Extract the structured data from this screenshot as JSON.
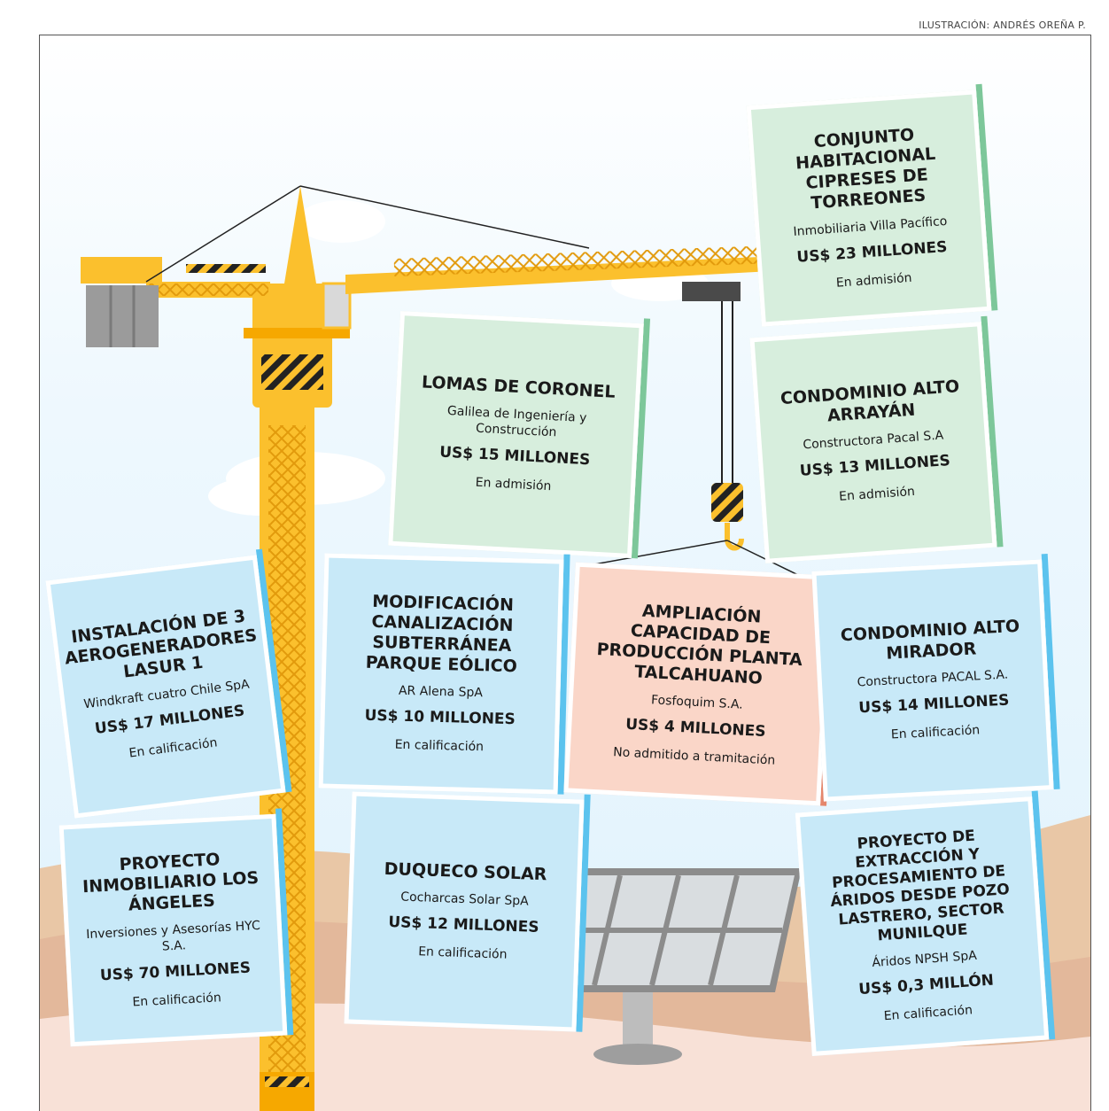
{
  "credit": "ILUSTRACIÓN: ANDRÉS OREÑA P.",
  "colors": {
    "green_card": "#d7eedd",
    "blue_card": "#c8e9f8",
    "salmon_card": "#fad6c8",
    "crane": "#fbc02d"
  },
  "icons": [
    "tower-crane-illustration",
    "solar-panel-icon",
    "crane-hook-icon"
  ],
  "projects": [
    {
      "title": "Conjunto habitacional Cipreses de Torreones",
      "company": "Inmobiliaria Villa Pacífico",
      "amount": "US$ 23 MILLONES",
      "status": "En admisión"
    },
    {
      "title": "Lomas de Coronel",
      "company": "Galilea de Ingeniería y Construcción",
      "amount": "US$ 15 MILLONES",
      "status": "En admisión"
    },
    {
      "title": "Condominio Alto Arrayán",
      "company": "Constructora Pacal S.A",
      "amount": "US$ 13 MILLONES",
      "status": "En admisión"
    },
    {
      "title": "Instalación de 3 aerogeneradores Lasur 1",
      "company": "Windkraft cuatro Chile SpA",
      "amount": "US$ 17 MILLONES",
      "status": "En calificación"
    },
    {
      "title": "Modificación canalización subterránea parque eólico",
      "company": "AR Alena SpA",
      "amount": "US$ 10 MILLONES",
      "status": "En calificación"
    },
    {
      "title": "Ampliación capacidad de producción planta Talcahuano",
      "company": "Fosfoquim S.A.",
      "amount": "US$ 4 MILLONES",
      "status": "No admitido a tramitación"
    },
    {
      "title": "Condominio Alto Mirador",
      "company": "Constructora PACAL S.A.",
      "amount": "US$ 14 MILLONES",
      "status": "En calificación"
    },
    {
      "title": "Proyecto inmobiliario Los Ángeles",
      "company": "Inversiones y Asesorías HYC S.A.",
      "amount": "US$ 70 MILLONES",
      "status": "En calificación"
    },
    {
      "title": "Duqueco Solar",
      "company": "Cocharcas Solar SpA",
      "amount": "US$ 12 MILLONES",
      "status": "En calificación"
    },
    {
      "title": "Proyecto de extracción y procesamiento de áridos desde pozo Lastrero, sector Munilque",
      "company": "Áridos NPSH SpA",
      "amount": "US$ 0,3 MILLÓN",
      "status": "En calificación"
    }
  ]
}
